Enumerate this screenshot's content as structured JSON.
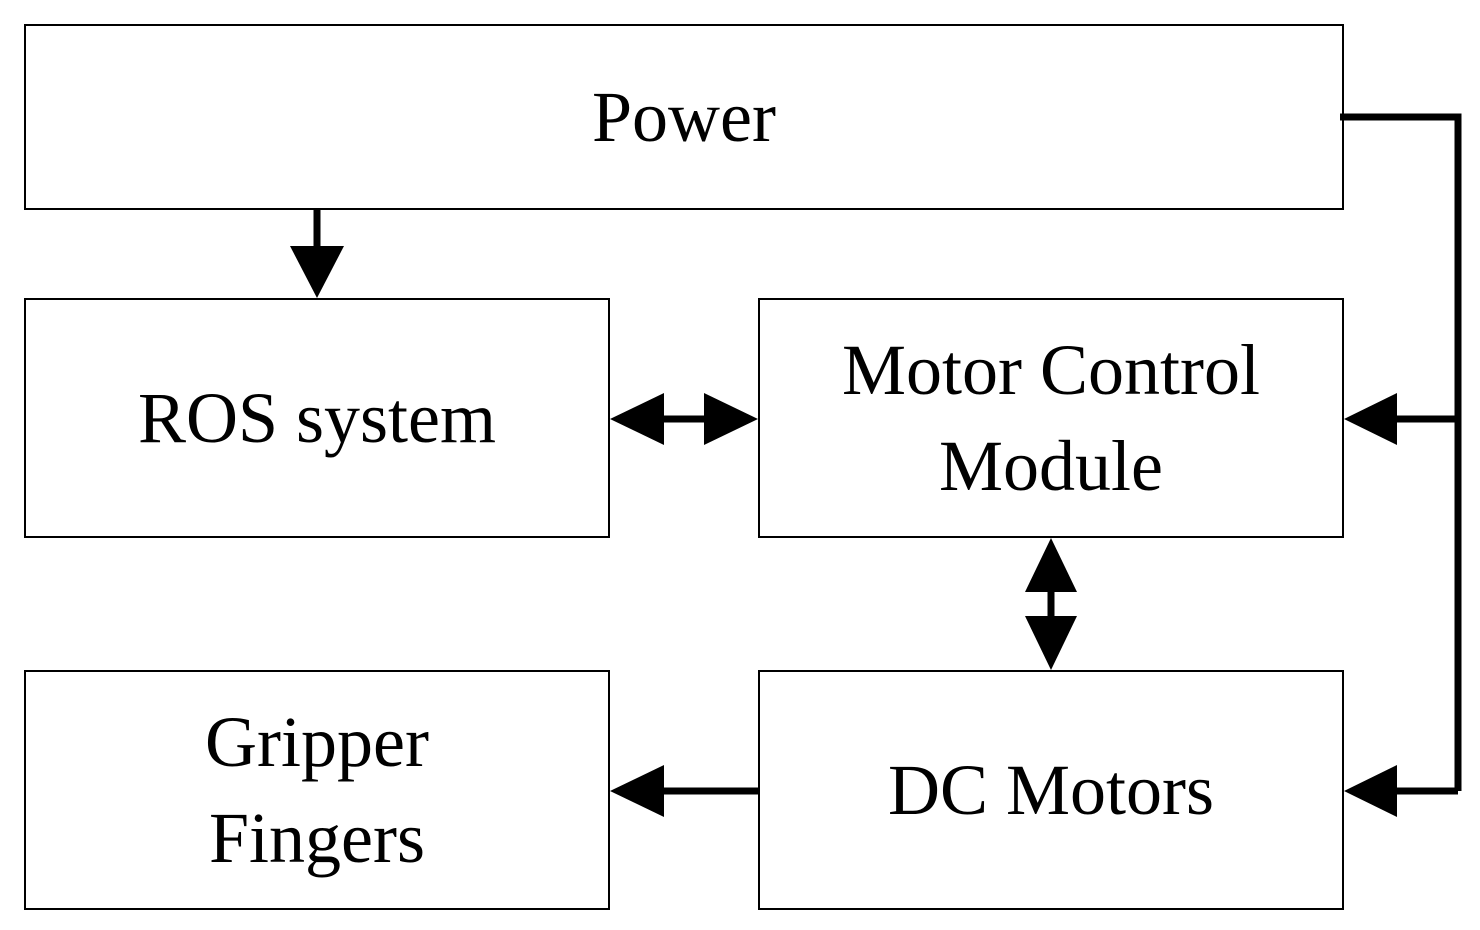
{
  "diagram": {
    "blocks": {
      "power": {
        "label": "Power"
      },
      "ros": {
        "label": "ROS system"
      },
      "motor_control": {
        "label": "Motor Control\nModule"
      },
      "gripper": {
        "label": "Gripper\nFingers"
      },
      "dc_motors": {
        "label": "DC Motors"
      }
    },
    "connections": [
      {
        "from": "Power",
        "to": "ROS system",
        "direction": "one-way"
      },
      {
        "from": "Power",
        "to": "Motor Control Module",
        "direction": "one-way"
      },
      {
        "from": "Power",
        "to": "DC Motors",
        "direction": "one-way"
      },
      {
        "from": "ROS system",
        "to": "Motor Control Module",
        "direction": "two-way"
      },
      {
        "from": "Motor Control Module",
        "to": "DC Motors",
        "direction": "two-way"
      },
      {
        "from": "DC Motors",
        "to": "Gripper Fingers",
        "direction": "one-way"
      }
    ],
    "colors": {
      "line": "#000000",
      "background": "#ffffff"
    }
  }
}
